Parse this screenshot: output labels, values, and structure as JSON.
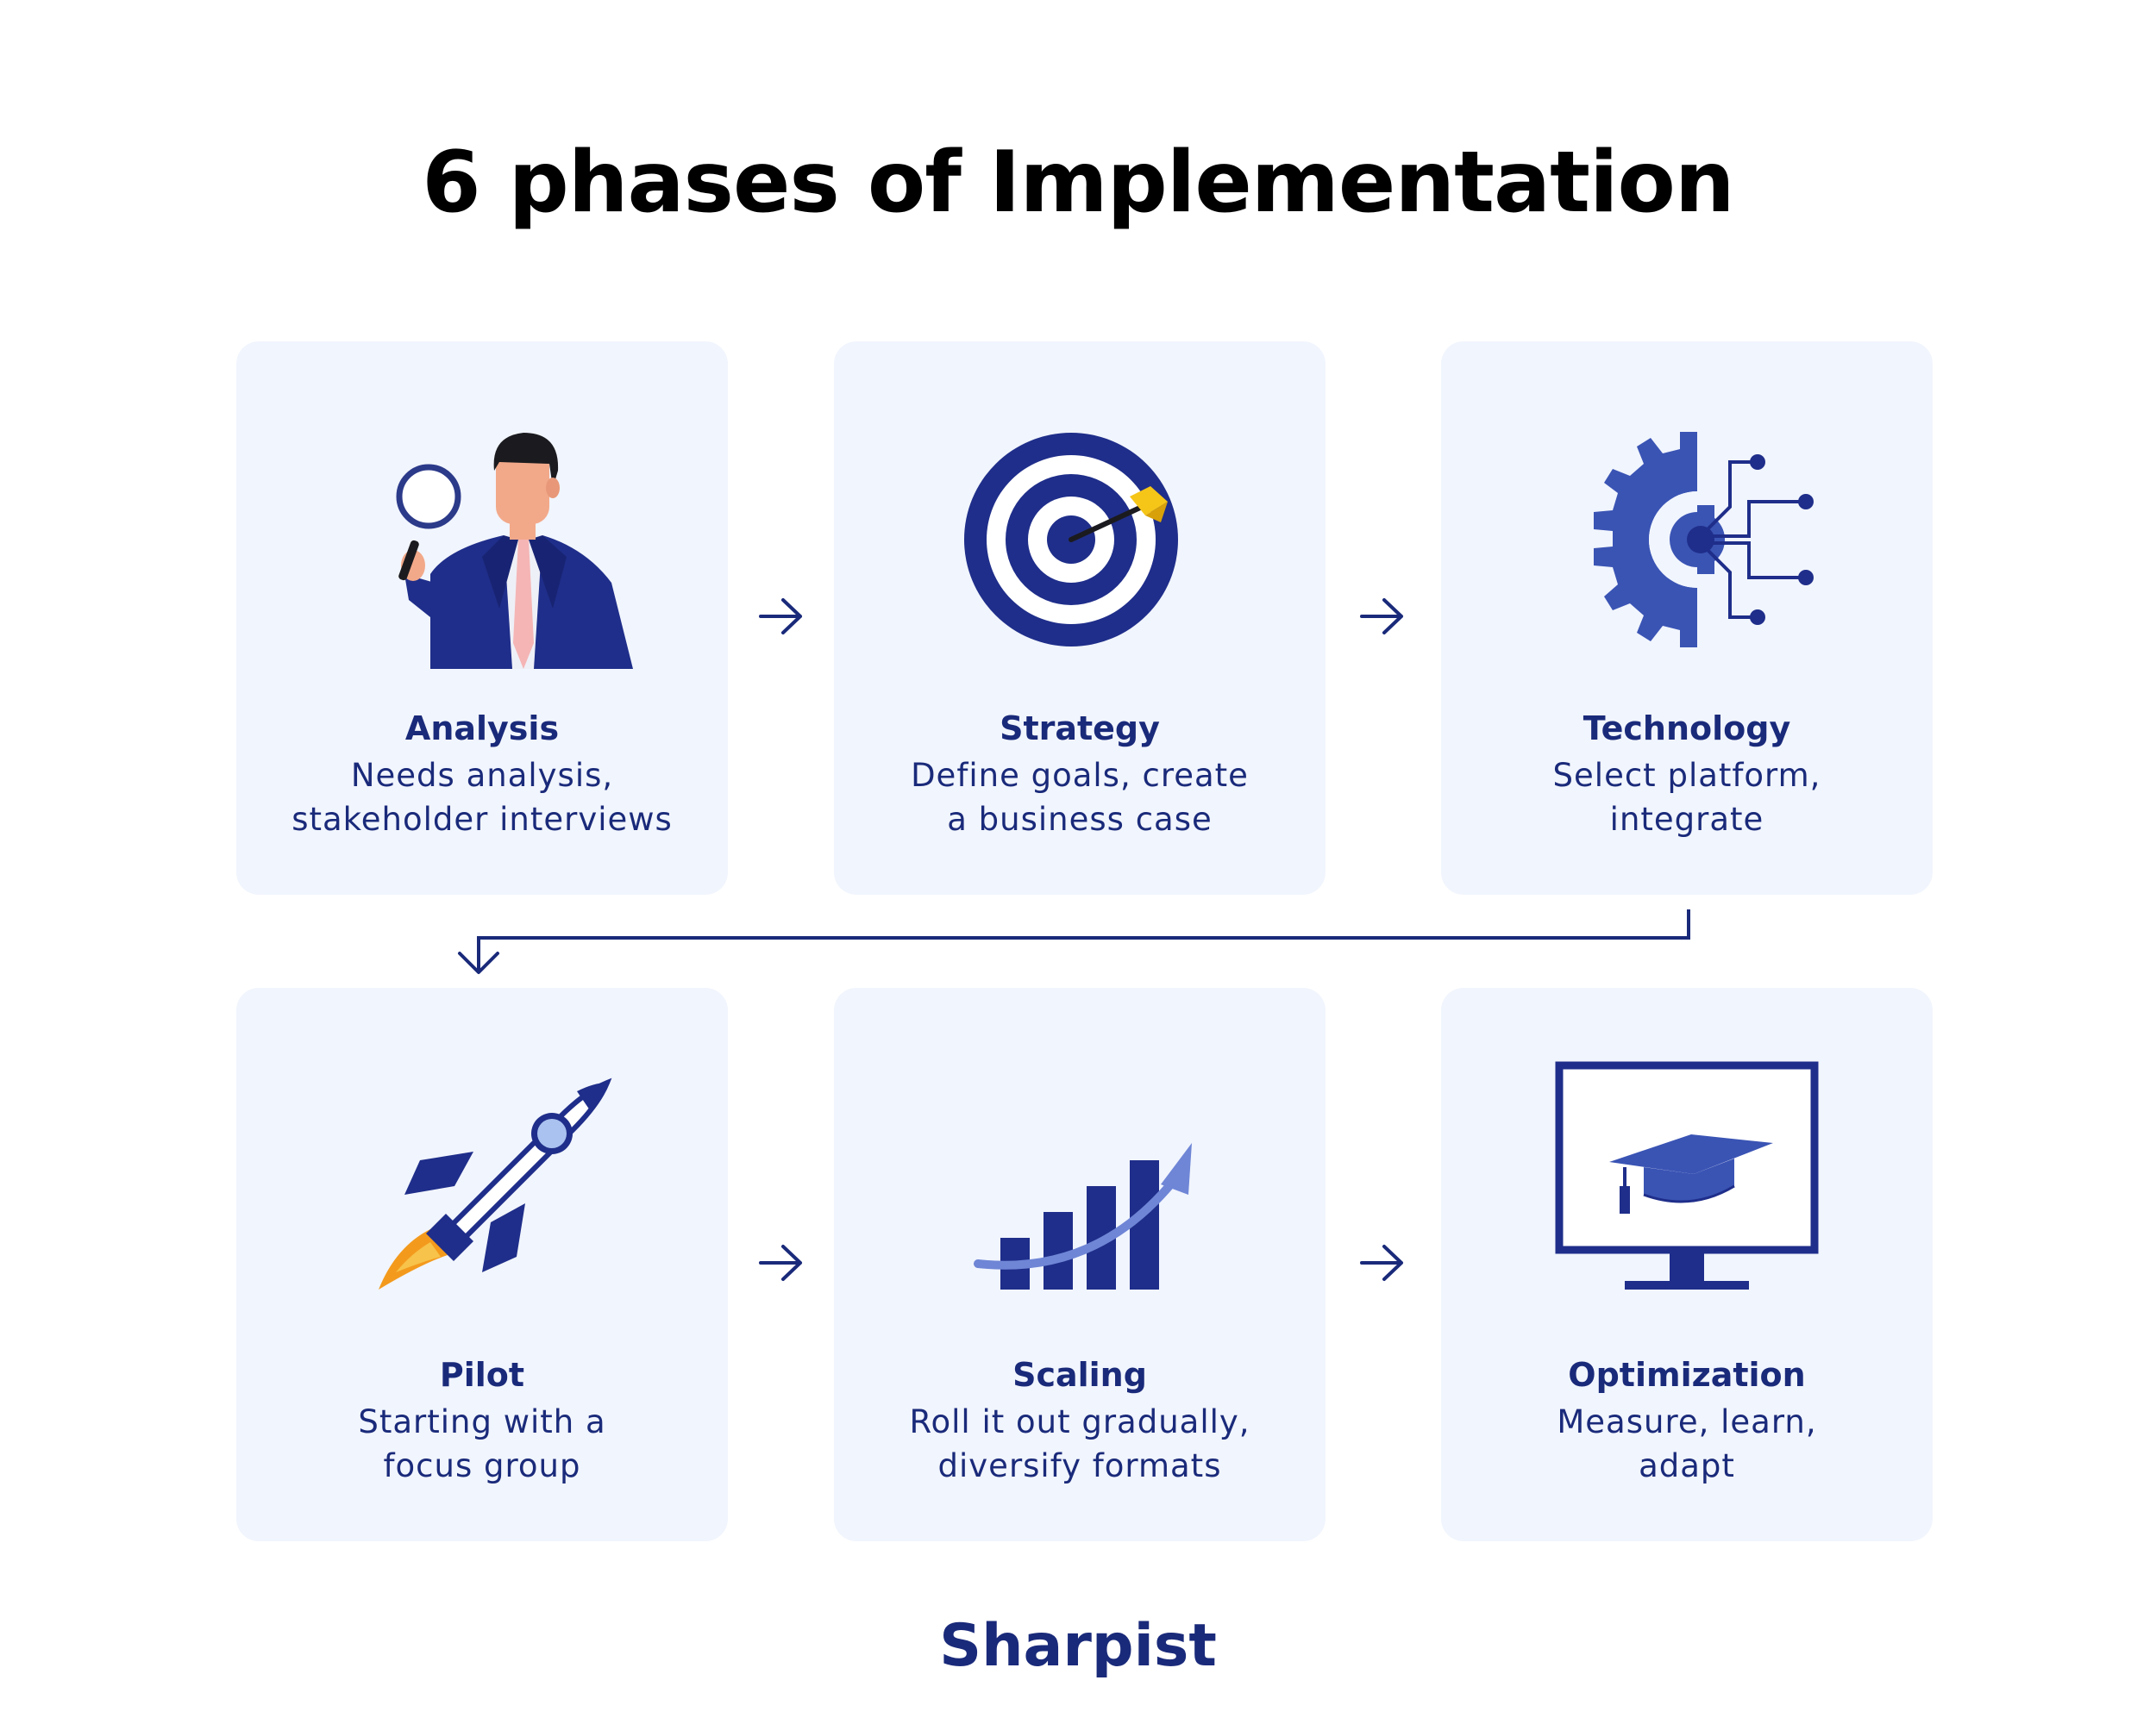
{
  "title": "6 phases of Implementation",
  "brand": "Sharpist",
  "colors": {
    "navy": "#1a2a7a",
    "blue": "#3a54b4",
    "card_bg": "#f1f5fd",
    "accent_yellow": "#f5c518",
    "flame_orange": "#f39a1d",
    "tie_pink": "#f5b5b5"
  },
  "phases": [
    {
      "title": "Analysis",
      "desc_line1": "Needs analysis,",
      "desc_line2": "stakeholder interviews",
      "icon": "businessman-magnifier-icon"
    },
    {
      "title": "Strategy",
      "desc_line1": "Define goals, create",
      "desc_line2": "a business case",
      "icon": "target-dart-icon"
    },
    {
      "title": "Technology",
      "desc_line1": "Select platform,",
      "desc_line2": "integrate",
      "icon": "gear-circuit-icon"
    },
    {
      "title": "Pilot",
      "desc_line1": "Starting with a",
      "desc_line2": "focus group",
      "icon": "rocket-icon"
    },
    {
      "title": "Scaling",
      "desc_line1": "Roll it out gradually,",
      "desc_line2": "diversify formats",
      "icon": "growth-chart-icon"
    },
    {
      "title": "Optimization",
      "desc_line1": "Measure, learn,",
      "desc_line2": "adapt",
      "icon": "monitor-graduation-cap-icon"
    }
  ]
}
